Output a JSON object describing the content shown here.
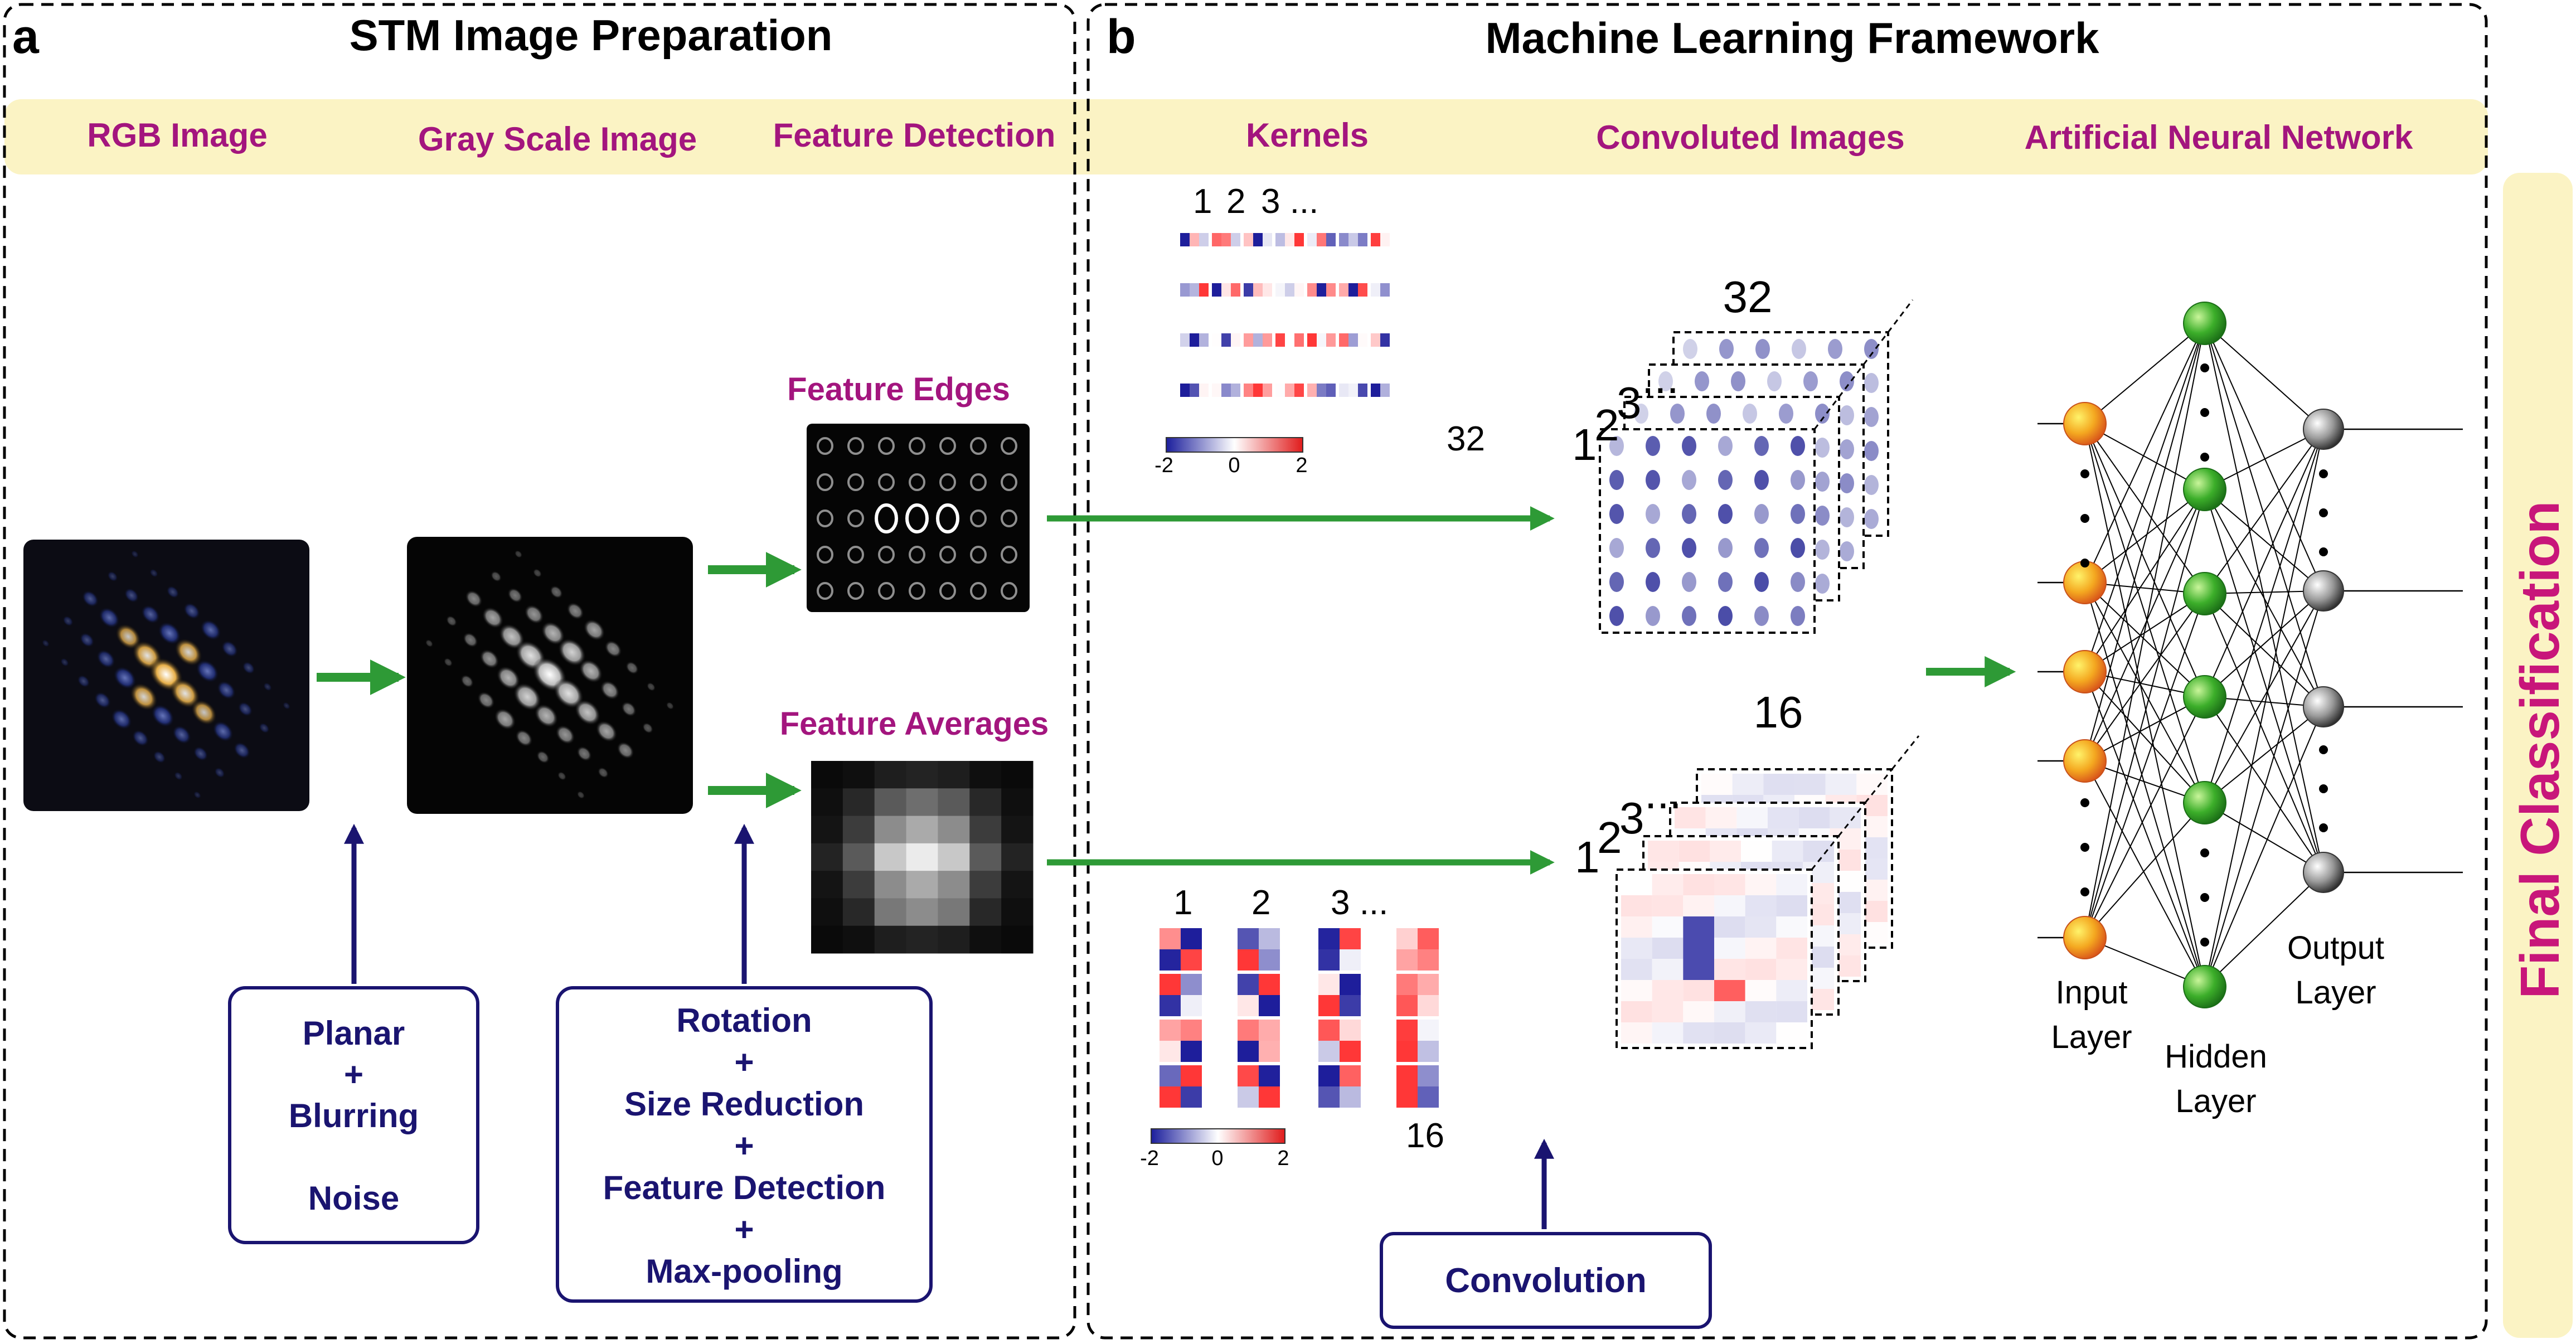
{
  "panels": {
    "a": {
      "letter": "a",
      "title": "STM Image Preparation"
    },
    "b": {
      "letter": "b",
      "title": "Machine Learning Framework"
    }
  },
  "header_band": {
    "rgb": "RGB Image",
    "gray": "Gray Scale Image",
    "feature_detection": "Feature Detection",
    "kernels": "Kernels",
    "convoluted": "Convoluted Images",
    "ann": "Artificial Neural Network"
  },
  "images": {
    "feature_edges": "Feature Edges",
    "feature_averages": "Feature Averages"
  },
  "boxes": {
    "noise_lines": [
      "Planar",
      "+",
      "Blurring",
      "",
      "Noise"
    ],
    "processing_lines": [
      "Rotation",
      "+",
      "Size Reduction",
      "+",
      "Feature Detection",
      "+",
      "Max-pooling"
    ],
    "convolution": "Convolution"
  },
  "kernels": {
    "top_indices": [
      "1",
      "2",
      "3 ..."
    ],
    "top_count": "32",
    "bottom_indices": [
      "1",
      "2",
      "3 ..."
    ],
    "bottom_count": "16",
    "colorbar_min": "-2",
    "colorbar_mid": "0",
    "colorbar_max": "2"
  },
  "conv_stacks": {
    "top_count": "32",
    "top_indices": [
      "1",
      "2",
      "3",
      "..."
    ],
    "bottom_count": "16",
    "bottom_indices": [
      "1",
      "2",
      "3",
      "..."
    ]
  },
  "network": {
    "input_label": [
      "Input",
      "Layer"
    ],
    "hidden_label": [
      "Hidden",
      "Layer"
    ],
    "output_label": [
      "Output",
      "Layer"
    ]
  },
  "final_classification": "Final Classification",
  "colors": {
    "band": "#fbf3c4",
    "magenta": "#a3157e",
    "navy": "#1a1470",
    "arrow_green": "#2e9a36",
    "input_node": "#f4a820",
    "hidden_node": "#3cae2a",
    "output_node": "#8a8a8a"
  }
}
